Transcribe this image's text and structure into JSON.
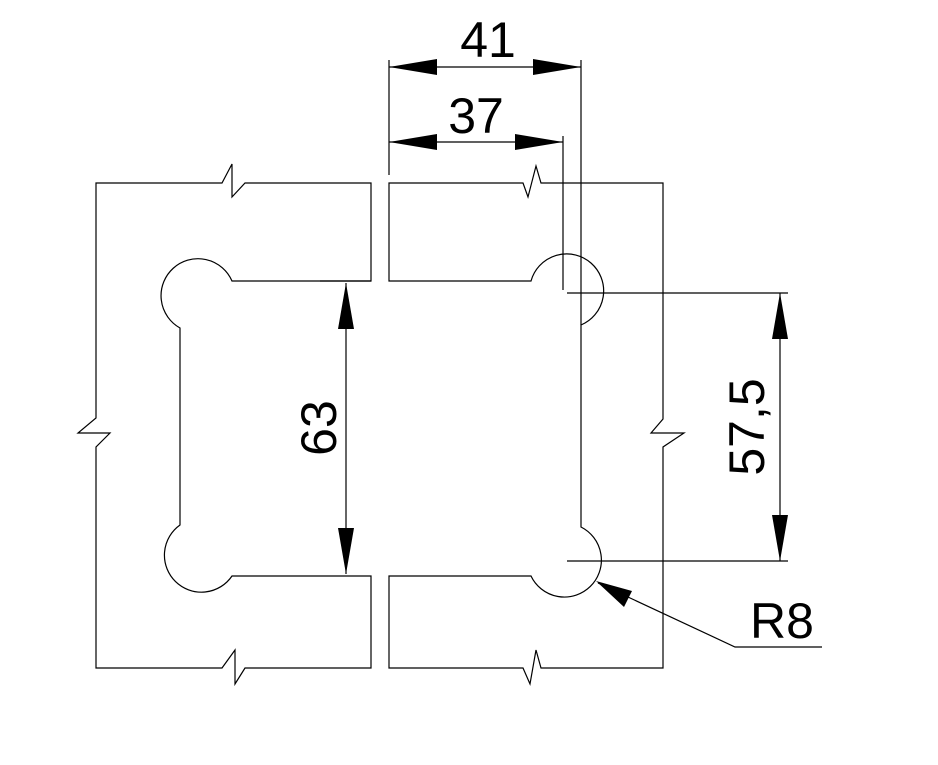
{
  "dimensions": {
    "width_outer": "41",
    "width_inner": "37",
    "height_cutout": "63",
    "hole_spacing": "57,5",
    "radius": "R8"
  },
  "colors": {
    "background": "#ffffff",
    "line": "#000000"
  }
}
